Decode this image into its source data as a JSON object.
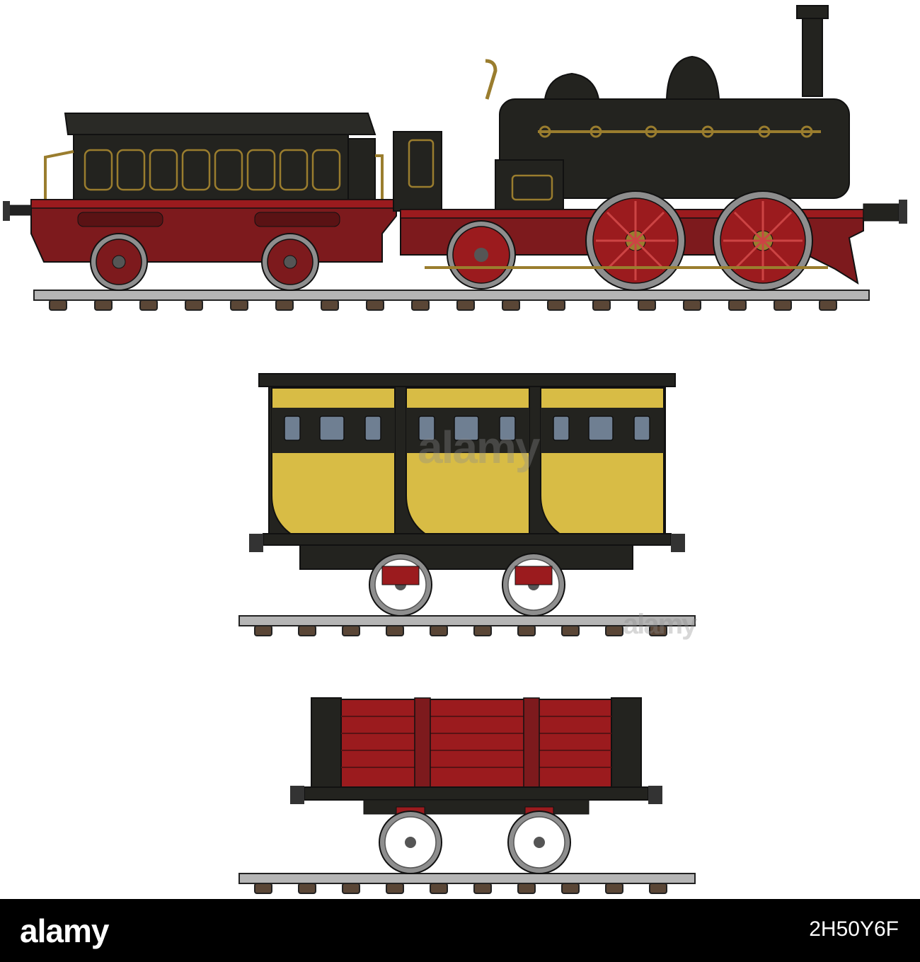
{
  "colors": {
    "black": "#23231f",
    "dark_red": "#7d1a1d",
    "red": "#9b1b1e",
    "gold": "#9a7d2e",
    "yellow": "#d8bc45",
    "rail": "#9a9a9a",
    "sleeper": "#5a4636",
    "wheel_gray": "#8e8e8e",
    "window": "#6f7f92"
  },
  "icons": [
    "steam-locomotive-icon",
    "tender-icon",
    "passenger-coach-icon",
    "freight-wagon-icon"
  ],
  "watermark": {
    "text": "alamy"
  },
  "footer": {
    "logo": "alamy",
    "image_id": "2H50Y6F"
  }
}
